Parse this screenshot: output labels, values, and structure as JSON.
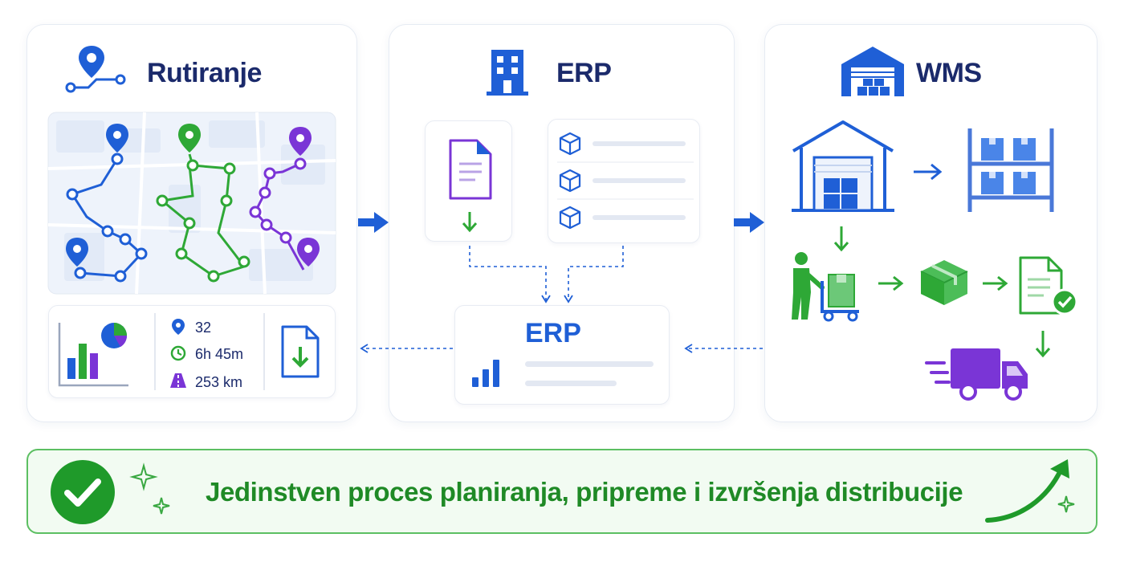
{
  "panels": {
    "routing": {
      "title": "Rutiranje"
    },
    "erp": {
      "title": "ERP",
      "center_label": "ERP"
    },
    "wms": {
      "title": "WMS"
    }
  },
  "routing_stats": {
    "stops": "32",
    "duration": "6h 45m",
    "distance": "253 km"
  },
  "banner": {
    "text": "Jedinstven proces planiranja, pripreme i izvršenja distribucije"
  },
  "colors": {
    "blue": "#1f5fd6",
    "green": "#2ea836",
    "purple": "#7a35d6",
    "navy": "#1b2a6b",
    "banner_green": "#1f8a26"
  }
}
